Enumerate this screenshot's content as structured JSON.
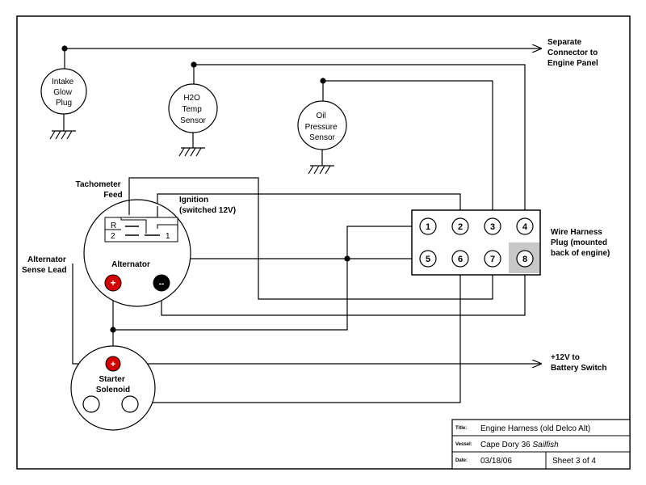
{
  "arrows": {
    "separate_connector": [
      "Separate",
      "Connector to",
      "Engine Panel"
    ],
    "plus12v": [
      "+12V to",
      "Battery Switch"
    ]
  },
  "sensors": {
    "intake": [
      "Intake",
      "Glow",
      "Plug"
    ],
    "h2o": [
      "H2O",
      "Temp",
      "Sensor"
    ],
    "oil": [
      "Oil",
      "Pressure",
      "Sensor"
    ]
  },
  "labels": {
    "tach": [
      "Tachometer",
      "Feed"
    ],
    "ignition": [
      "Ignition",
      "(switched 12V)"
    ],
    "alt_sense": [
      "Alternator",
      "Sense Lead"
    ],
    "harness": [
      "Wire Harness",
      "Plug (mounted",
      "back of engine)"
    ]
  },
  "alternator": {
    "name": "Alternator",
    "terminal_r": "R",
    "terminal_2": "2",
    "terminal_1": "1",
    "plus": "+",
    "minus": "--"
  },
  "solenoid": {
    "lines": [
      "Starter",
      "Solenoid"
    ],
    "plus": "+"
  },
  "harness_pins": [
    "1",
    "2",
    "3",
    "4",
    "5",
    "6",
    "7",
    "8"
  ],
  "title_block": {
    "title_label": "Title:",
    "title": "Engine Harness (old Delco Alt)",
    "vessel_label": "Vessel:",
    "vessel_plain": "Cape Dory 36 ",
    "vessel_italic": "Sailfish",
    "date_label": "Date:",
    "date": "03/18/06",
    "sheet": "Sheet 3 of 4"
  },
  "colors": {
    "terminal_positive": "#d40000",
    "terminal_negative": "#000000",
    "pin8_fill": "#c8c8c8"
  }
}
